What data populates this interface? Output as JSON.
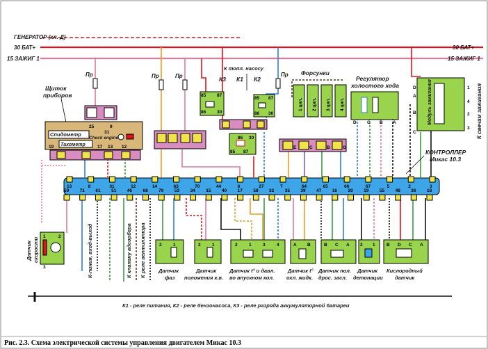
{
  "caption": "Рис. 2.3. Схема электрической системы управления двигателем Микас 10.3",
  "rails": {
    "generator": "ГЕНЕРАТОР (кл. Д)",
    "bat_left": "30 БАТ+",
    "bat_right": "30 БАТ+",
    "ign_left": "15 ЗАЖИГ 1",
    "ign_right": "15 ЗАЖИГ 1"
  },
  "fuse_label": "Пр",
  "instrument_cluster": {
    "title_line1": "Щиток",
    "title_line2": "приборов",
    "speedometer": "Спидометр",
    "tachometer": "Тахометр",
    "check_engine": "Check engine",
    "pins": [
      "25",
      "9",
      "31",
      "19",
      "17",
      "13",
      "12"
    ]
  },
  "relays": {
    "k3": "К3",
    "k1": "К1",
    "k2": "К2",
    "fuel_pump": "К топл. насосу",
    "pins_k3": [
      "85",
      "87",
      "30",
      "86"
    ],
    "pins_k1": [
      "86",
      "30",
      "85",
      "87"
    ],
    "pins_k2": [
      "85",
      "87",
      "86",
      "30"
    ]
  },
  "injectors": {
    "title": "Форсунки",
    "cyl": [
      "1 цил.",
      "2 цил.",
      "3 цил.",
      "4 цил."
    ],
    "pins": [
      "E",
      "C",
      "B",
      "G"
    ]
  },
  "idle_regulator": {
    "title_line1": "Регулятор",
    "title_line2": "холостого хода",
    "pins": [
      "D",
      "C",
      "B",
      "A"
    ]
  },
  "ignition_module": {
    "title": "Модуль зажигания",
    "side_label": "К свечам зажигания",
    "left_pins": [
      "D",
      "A",
      "B",
      "C"
    ],
    "right_pins": [
      "1",
      "4",
      "2",
      "3"
    ]
  },
  "controller": {
    "title": "КОНТРОЛЛЕР",
    "model": "Микас 10.3",
    "top_pins": [
      "13",
      "8",
      "31",
      "12",
      "14",
      "63",
      "70",
      "44",
      "6",
      "27",
      "7",
      "64",
      "65",
      "66",
      "67",
      "5",
      "2",
      "3"
    ],
    "bottom_pins": [
      "59",
      "71",
      "61",
      "51",
      "46",
      "68",
      "79",
      "53",
      "34",
      "15",
      "40",
      "17",
      "58",
      "32",
      "35",
      "39",
      "47",
      "16",
      "20",
      "19",
      "55",
      "48",
      "36",
      "18"
    ]
  },
  "side_outputs": [
    "К-линия, вход-выход",
    "К клапану адсорбера",
    "К реле вентилятора"
  ],
  "sensors": [
    {
      "line1": "Датчик",
      "line2": "скорости",
      "pins": [
        "1",
        "2",
        "3"
      ]
    },
    {
      "line1": "Датчик",
      "line2": "фаз",
      "pins": [
        "2",
        "1"
      ]
    },
    {
      "line1": "Датчик",
      "line2": "положения к.в.",
      "pins": [
        "2",
        "1"
      ]
    },
    {
      "line1": "Датчик t° и давл.",
      "line2": "во впускном кол.",
      "pins": [
        "2",
        "1",
        "3",
        "4"
      ]
    },
    {
      "line1": "Датчик t°",
      "line2": "охл. жидк.",
      "pins": [
        "A",
        "B"
      ]
    },
    {
      "line1": "Датчик пол.",
      "line2": "дрос. засл.",
      "pins": [
        "B",
        "C",
        "A"
      ]
    },
    {
      "line1": "Датчик",
      "line2": "детонации",
      "pins": [
        "2",
        "1"
      ]
    },
    {
      "line1": "Кислородный",
      "line2": "датчик",
      "pins": [
        "B",
        "D",
        "C",
        "A"
      ]
    }
  ],
  "legend": "К1 - реле питания, К2 - реле бензонасоса, К3 - реле разряда аккумуляторной батареи",
  "colors": {
    "rail_red": "#e0111b",
    "rail_pink": "#e07a9c",
    "controller_blue": "#3ea6e8",
    "connector_pink": "#d98cc0",
    "module_green": "#9ad34c",
    "box_tan": "#d9b77a",
    "pin_yellow": "#f1e44a",
    "wire_orange": "#f39a21",
    "wire_blue": "#2f7fd6",
    "wire_green": "#3b9b3f"
  }
}
